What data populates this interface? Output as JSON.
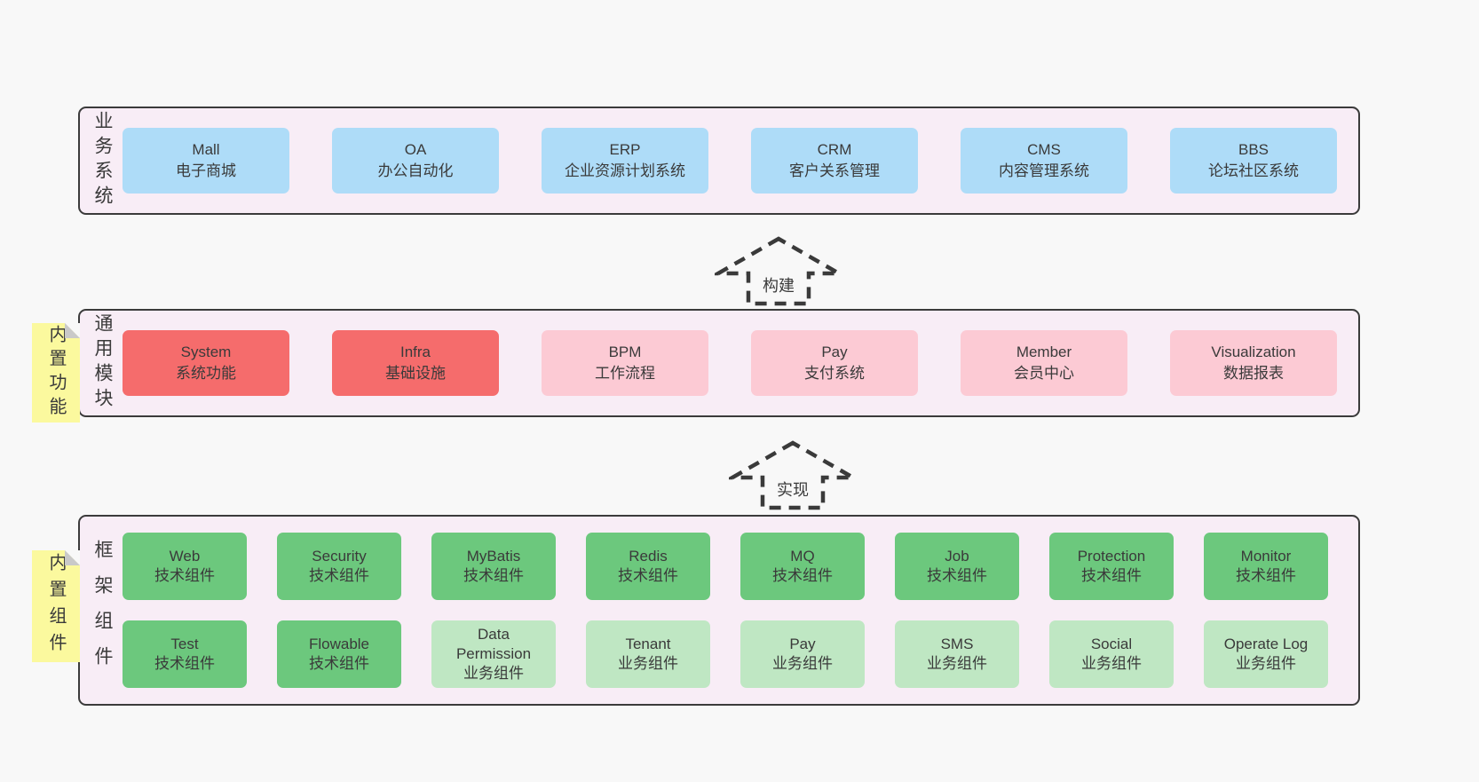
{
  "page": {
    "background": "#f8f8f8"
  },
  "colors": {
    "panel_bg": "#f8edf6",
    "panel_border": "#3b3b3b",
    "card_blue": "#aedcf8",
    "card_red": "#f56c6c",
    "card_pink": "#fccad4",
    "card_green": "#6cc87d",
    "card_light_green": "#bfe7c3",
    "sticky_yellow": "#fbf99e",
    "text": "#3a3a3a"
  },
  "sections": {
    "business": {
      "label": "业务系统",
      "cards": [
        {
          "title": "Mall",
          "subtitle": "电子商城"
        },
        {
          "title": "OA",
          "subtitle": "办公自动化"
        },
        {
          "title": "ERP",
          "subtitle": "企业资源计划系统"
        },
        {
          "title": "CRM",
          "subtitle": "客户关系管理"
        },
        {
          "title": "CMS",
          "subtitle": "内容管理系统"
        },
        {
          "title": "BBS",
          "subtitle": "论坛社区系统"
        }
      ]
    },
    "modules": {
      "label": "通用模块",
      "sticky": "内置功能",
      "cards": [
        {
          "title": "System",
          "subtitle": "系统功能",
          "style": "red"
        },
        {
          "title": "Infra",
          "subtitle": "基础设施",
          "style": "red"
        },
        {
          "title": "BPM",
          "subtitle": "工作流程",
          "style": "pink"
        },
        {
          "title": "Pay",
          "subtitle": "支付系统",
          "style": "pink"
        },
        {
          "title": "Member",
          "subtitle": "会员中心",
          "style": "pink"
        },
        {
          "title": "Visualization",
          "subtitle": "数据报表",
          "style": "pink"
        }
      ]
    },
    "framework": {
      "label": "框架组件",
      "sticky": "内置组件",
      "rows": [
        [
          {
            "title": "Web",
            "subtitle": "技术组件",
            "style": "green"
          },
          {
            "title": "Security",
            "subtitle": "技术组件",
            "style": "green"
          },
          {
            "title": "MyBatis",
            "subtitle": "技术组件",
            "style": "green"
          },
          {
            "title": "Redis",
            "subtitle": "技术组件",
            "style": "green"
          },
          {
            "title": "MQ",
            "subtitle": "技术组件",
            "style": "green"
          },
          {
            "title": "Job",
            "subtitle": "技术组件",
            "style": "green"
          },
          {
            "title": "Protection",
            "subtitle": "技术组件",
            "style": "green"
          },
          {
            "title": "Monitor",
            "subtitle": "技术组件",
            "style": "green"
          }
        ],
        [
          {
            "title": "Test",
            "subtitle": "技术组件",
            "style": "green"
          },
          {
            "title": "Flowable",
            "subtitle": "技术组件",
            "style": "green"
          },
          {
            "title": "Data Permission",
            "subtitle": "业务组件",
            "style": "light-green"
          },
          {
            "title": "Tenant",
            "subtitle": "业务组件",
            "style": "light-green"
          },
          {
            "title": "Pay",
            "subtitle": "业务组件",
            "style": "light-green"
          },
          {
            "title": "SMS",
            "subtitle": "业务组件",
            "style": "light-green"
          },
          {
            "title": "Social",
            "subtitle": "业务组件",
            "style": "light-green"
          },
          {
            "title": "Operate Log",
            "subtitle": "业务组件",
            "style": "light-green"
          }
        ]
      ]
    }
  },
  "arrows": [
    {
      "label": "构建"
    },
    {
      "label": "实现"
    }
  ]
}
